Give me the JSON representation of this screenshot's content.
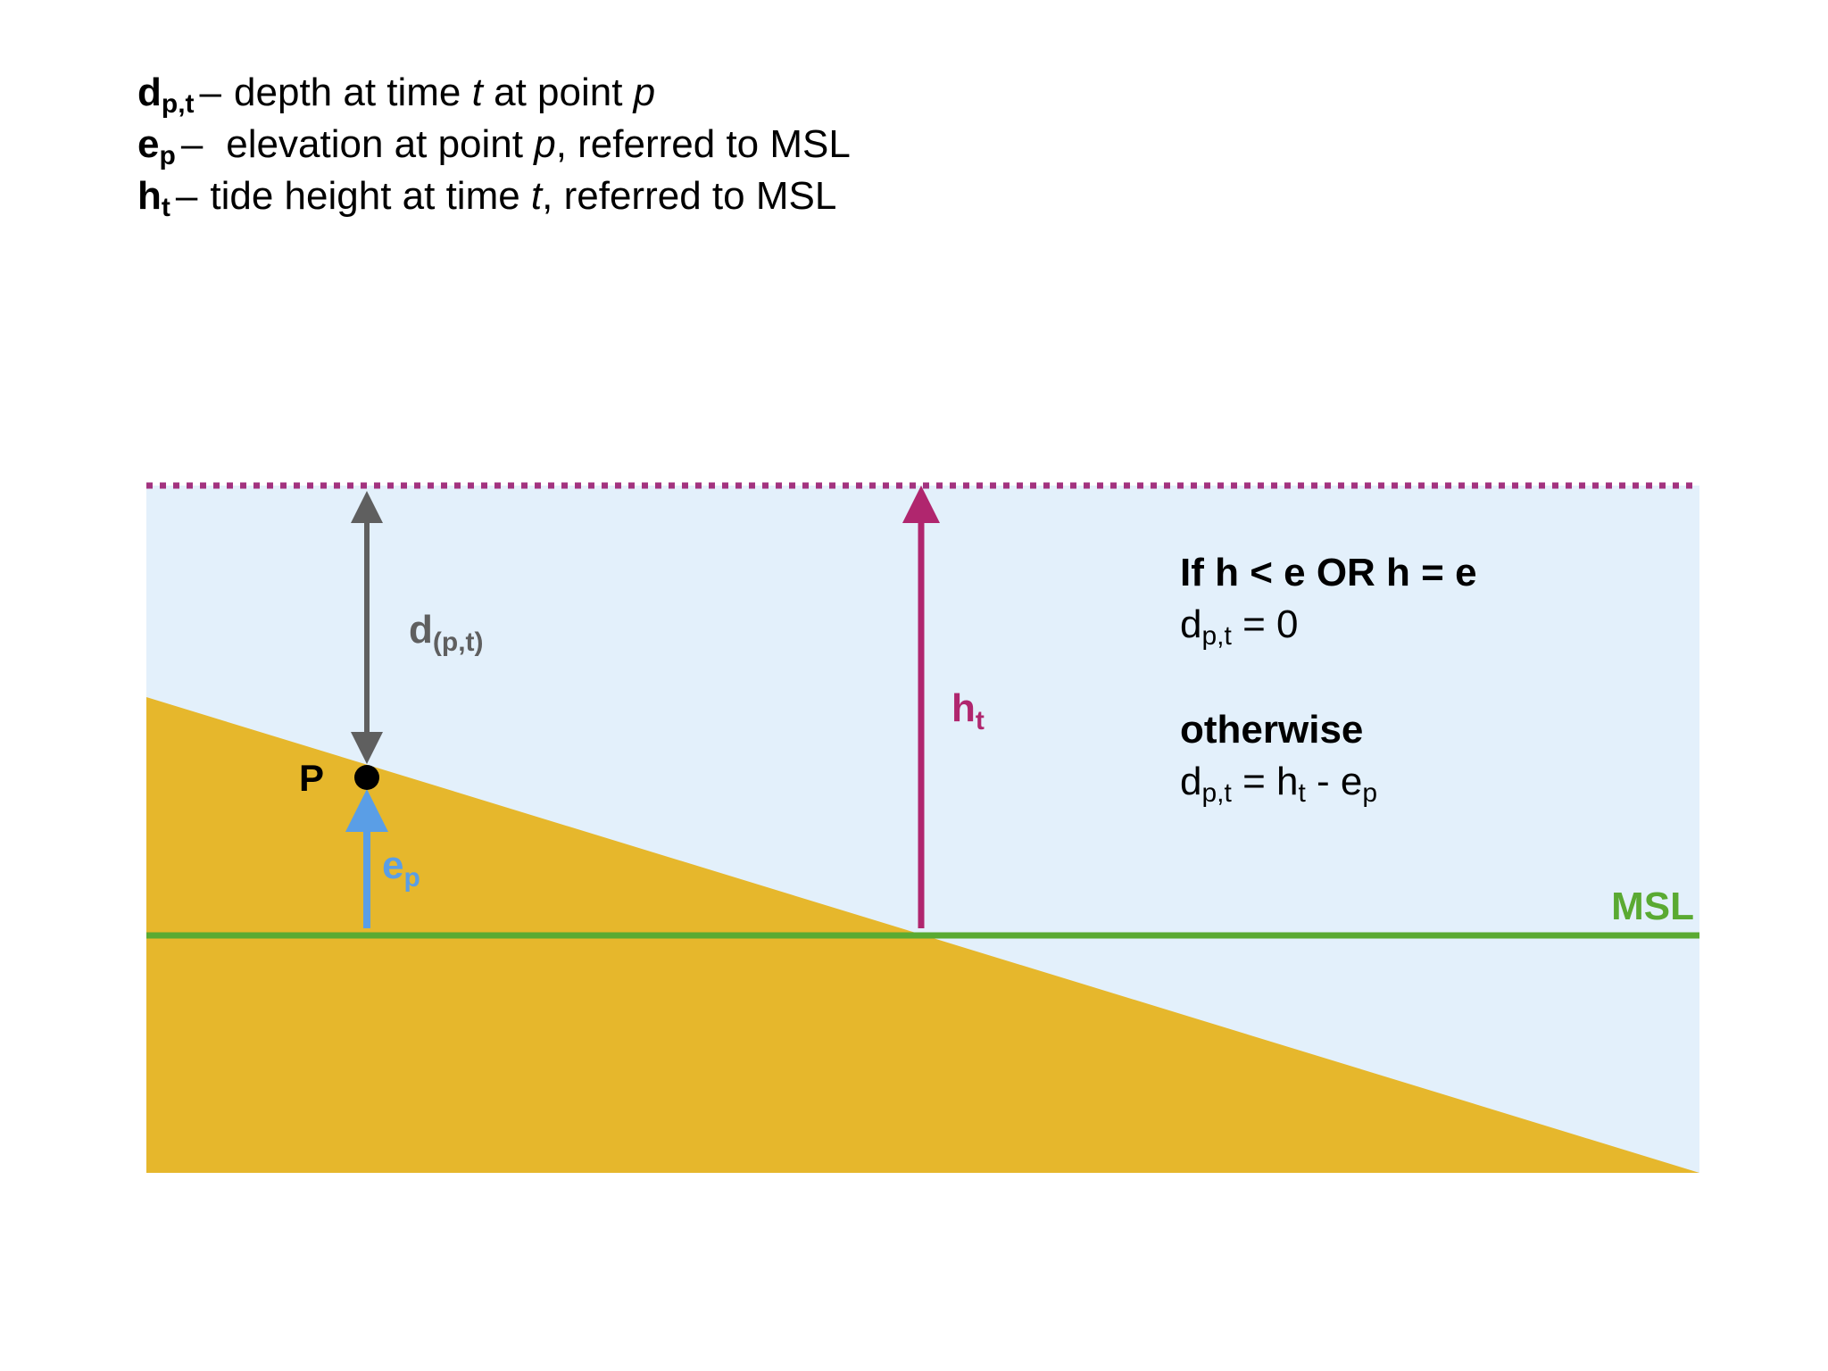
{
  "legend": [
    {
      "symbol": "d",
      "subscript": "p,t",
      "dash": "–",
      "parts": [
        "depth at time ",
        "t",
        " at point ",
        "p",
        ""
      ]
    },
    {
      "symbol": "e",
      "subscript": "p",
      "dash": "–",
      "parts": [
        "elevation at point ",
        "p",
        ", referred to MSL",
        "",
        ""
      ]
    },
    {
      "symbol": "h",
      "subscript": "t",
      "dash": "–",
      "parts": [
        "tide height at time ",
        "t",
        ", referred to MSL",
        "",
        ""
      ]
    }
  ],
  "labels": {
    "depth": {
      "main": "d",
      "sub": "(p,t)"
    },
    "tide": {
      "main": "h",
      "sub": "t"
    },
    "elevation": {
      "main": "e",
      "sub": "p"
    },
    "point": "P",
    "msl": "MSL"
  },
  "rule": {
    "condition": "If h < e OR h = e",
    "result1": {
      "main": "d",
      "sub": "p,t",
      "rest": " = 0"
    },
    "otherwise": "otherwise",
    "result2": {
      "main": "d",
      "sub": "p,t",
      "mid": " = h",
      "sub2": "t",
      "mid2": " - e",
      "sub3": "p"
    }
  },
  "colors": {
    "water": "#e3f0fb",
    "land": "#e6b72c",
    "msl": "#5aaa32",
    "tide": "#b0266e",
    "depth": "#5f5f5f",
    "elevation": "#5a9ee6",
    "tide_line": "#a3337f"
  }
}
